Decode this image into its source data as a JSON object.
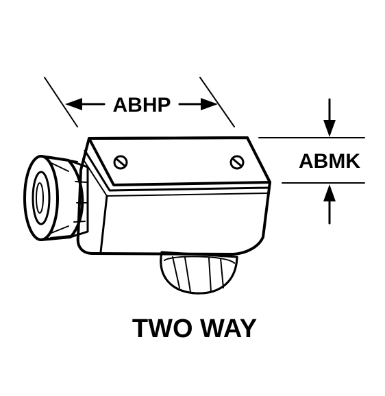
{
  "diagram": {
    "dimension_width_label": "ABHP",
    "dimension_height_label": "ABMK",
    "caption": "TWO WAY",
    "line_color": "#000000",
    "background_color": "#ffffff"
  }
}
